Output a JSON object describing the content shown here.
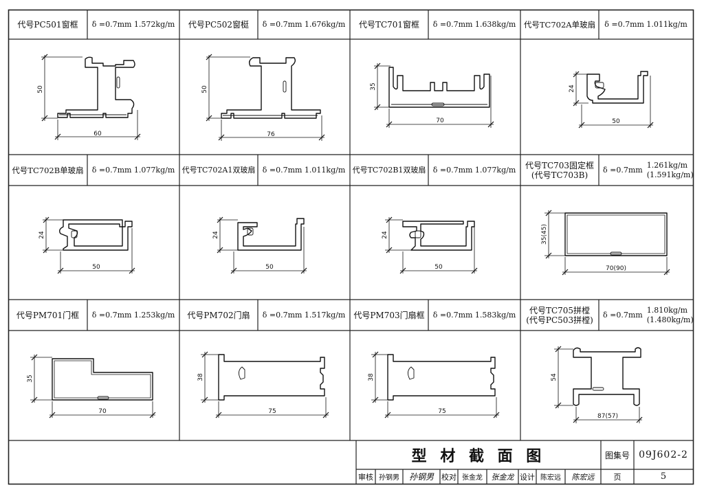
{
  "panels": [
    {
      "code": "代号PC501窗框",
      "spec": "δ =0.7mm  1.572kg/m",
      "dims": [
        "50",
        "60"
      ]
    },
    {
      "code": "代号PC502窗梃",
      "spec": "δ =0.7mm  1.676kg/m",
      "dims": [
        "50",
        "76"
      ]
    },
    {
      "code": "代号TC701窗框",
      "spec": "δ =0.7mm  1.638kg/m",
      "dims": [
        "35",
        "70"
      ]
    },
    {
      "code": "代号TC702A单玻扇",
      "spec": "δ =0.7mm  1.011kg/m",
      "dims": [
        "24",
        "50"
      ]
    },
    {
      "code": "代号TC702B单玻扇",
      "spec": "δ =0.7mm  1.077kg/m",
      "dims": [
        "24",
        "50"
      ]
    },
    {
      "code": "代号TC702A1双玻扇",
      "spec": "δ =0.7mm  1.011kg/m",
      "dims": [
        "24",
        "50"
      ]
    },
    {
      "code": "代号TC702B1双玻扇",
      "spec": "δ =0.7mm  1.077kg/m",
      "dims": [
        "24",
        "50"
      ]
    },
    {
      "code": "代号TC703固定框",
      "code2": "(代号TC703B)",
      "spec": "δ =0.7mm",
      "w1": "1.261kg/m",
      "w2": "(1.591kg/m)",
      "dims": [
        "35(45)",
        "70(90)"
      ]
    },
    {
      "code": "代号PM701门框",
      "spec": "δ =0.7mm  1.253kg/m",
      "dims": [
        "35",
        "70"
      ]
    },
    {
      "code": "代号PM702门扇",
      "spec": "δ =0.7mm  1.517kg/m",
      "dims": [
        "38",
        "75"
      ]
    },
    {
      "code": "代号PM703门扇框",
      "spec": "δ =0.7mm  1.583kg/m",
      "dims": [
        "38",
        "75"
      ]
    },
    {
      "code": "代号TC705拼樘",
      "code2": "(代号PC503拼樘)",
      "spec": "δ =0.7mm",
      "w1": "1.810kg/m",
      "w2": "(1.480kg/m)",
      "dims": [
        "54",
        "87(57)"
      ]
    }
  ],
  "title_block": {
    "title": "型 材 截 面 图",
    "atlas_label": "图集号",
    "atlas_no": "09J602-2",
    "review_label": "审核",
    "reviewer": "孙钢男",
    "review_sign": "孙钢男",
    "check_label": "校对",
    "checker": "张金龙",
    "check_sign": "张金龙",
    "design_label": "设计",
    "designer": "陈宏远",
    "design_sign": "陈宏远",
    "page_label": "页",
    "page_no": "5"
  }
}
